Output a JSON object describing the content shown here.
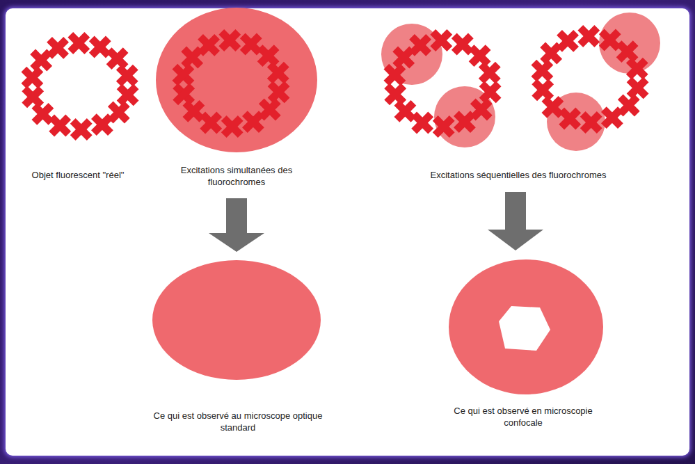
{
  "diagram": {
    "labels": [
      "Objet fluorescent \"réel\"",
      "Excitations simultanées des fluorochromes",
      "Excitations séquentielles des fluorochromes",
      "Ce qui est observé au microscope optique standard",
      "Ce qui est observé en microscopie confocale"
    ]
  }
}
